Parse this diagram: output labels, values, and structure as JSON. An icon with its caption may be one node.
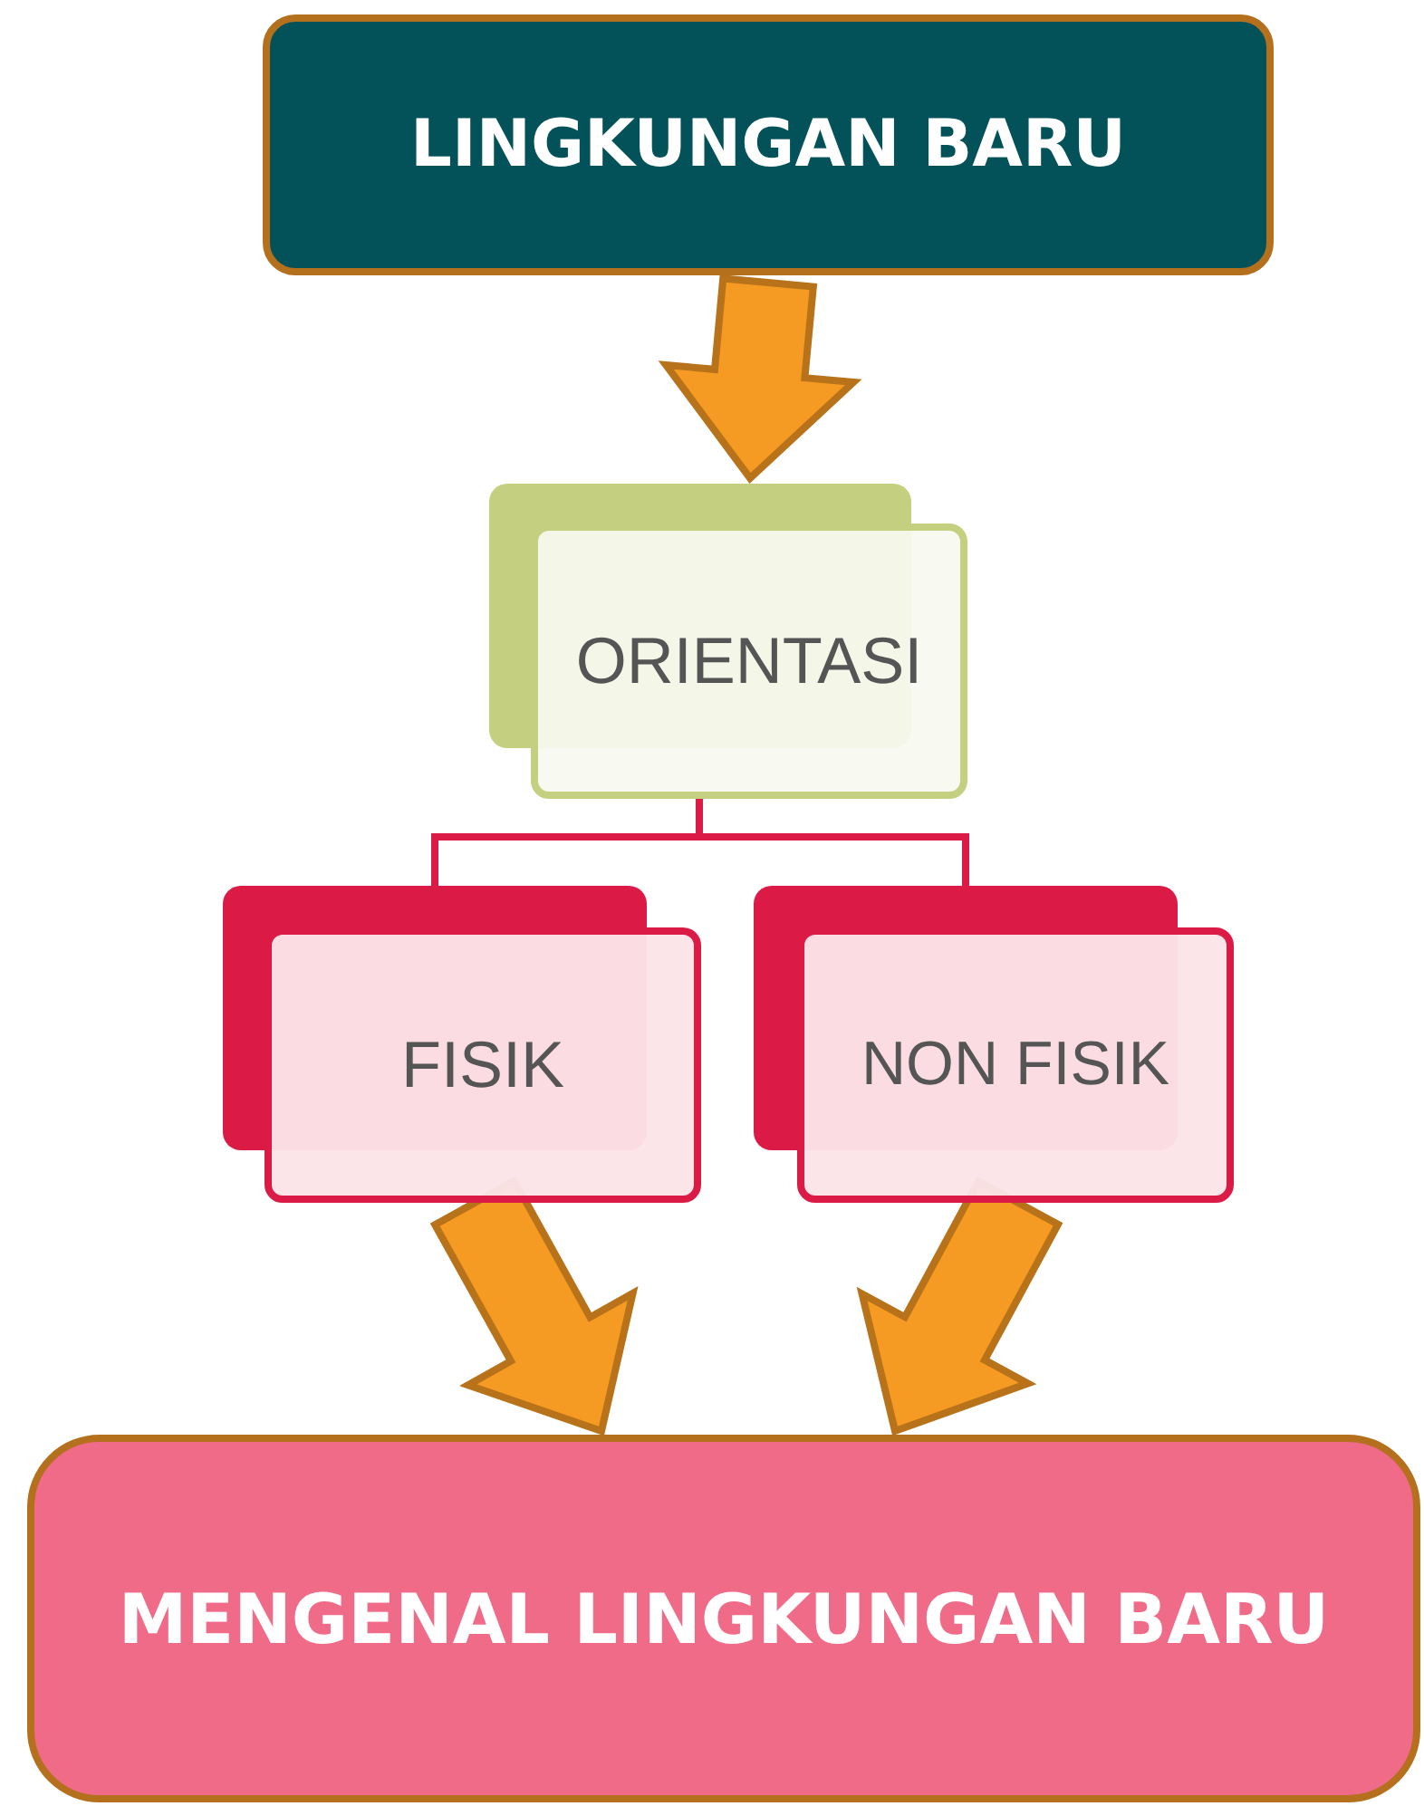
{
  "diagram": {
    "nodes": [
      {
        "text": [
          "LINGKUNGAN BARU"
        ]
      },
      {
        "text": [
          "ORIENTASI"
        ]
      },
      {
        "text": [
          "FISIK"
        ]
      },
      {
        "text": [
          "NON FISIK"
        ]
      },
      {
        "text": [
          "MENGENAL LINGKUNGAN BARU"
        ]
      }
    ],
    "edges": [
      {
        "from": 0,
        "to": 1,
        "arrow": "to",
        "style": "thick"
      },
      {
        "from": 1,
        "to": 2,
        "arrow": "none",
        "color": "#dc1a46"
      },
      {
        "from": 1,
        "to": 3,
        "arrow": "none",
        "color": "#dc1a46"
      },
      {
        "from": 2,
        "to": 4,
        "arrow": "to",
        "style": "thick"
      },
      {
        "from": 3,
        "to": 4,
        "arrow": "to",
        "style": "thick"
      }
    ]
  }
}
